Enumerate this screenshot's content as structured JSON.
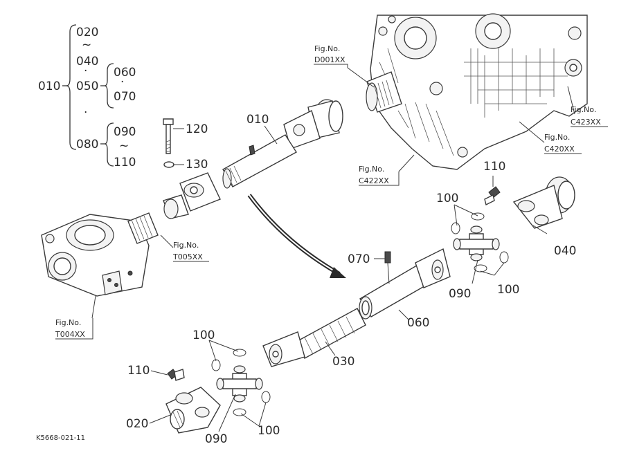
{
  "tree": {
    "root": "010",
    "a_top": "020",
    "a_tilde": "~",
    "a_bottom": "040",
    "dot1": "·",
    "b": "050",
    "dot2": "·",
    "b_top": "060",
    "b_dot": "·",
    "b_bottom": "070",
    "c": "080",
    "c_top": "090",
    "c_tilde": "~",
    "c_bottom": "110"
  },
  "callouts": {
    "c120": "120",
    "c130": "130",
    "c010": "010",
    "c110_top": "110",
    "c100_top": "100",
    "c040": "040",
    "c070": "070",
    "c060": "060",
    "c090_right": "090",
    "c100_right": "100",
    "c030": "030",
    "c100_bottom_top": "100",
    "c110_bottom": "110",
    "c020": "020",
    "c090_bottom": "090",
    "c100_bottom": "100"
  },
  "fig_refs": [
    {
      "fig": "Fig.No.",
      "code": "D001XX"
    },
    {
      "fig": "Fig.No.",
      "code": "C423XX"
    },
    {
      "fig": "Fig.No.",
      "code": "C420XX"
    },
    {
      "fig": "Fig.No.",
      "code": "C422XX"
    },
    {
      "fig": "Fig.No.",
      "code": "T005XX"
    },
    {
      "fig": "Fig.No.",
      "code": "T004XX"
    }
  ],
  "footer": {
    "code": "K5668-021-11"
  }
}
